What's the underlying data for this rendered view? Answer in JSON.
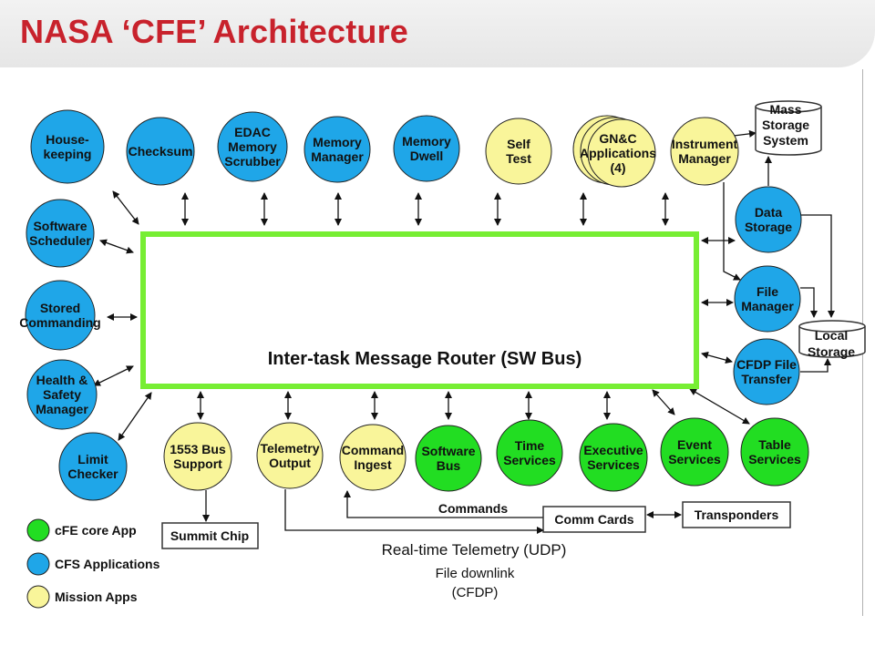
{
  "title": "NASA ‘CFE’ Architecture",
  "colors": {
    "core_app": "#22dd22",
    "cfs_app": "#1fa6e8",
    "mission_app": "#f9f59a",
    "bus_border": "#77ee33",
    "title_red": "#c8222c"
  },
  "bus": {
    "label": "Inter-task Message Router (SW Bus)"
  },
  "nodes": [
    {
      "id": "housekeeping",
      "type": "cfs",
      "lines": [
        "House-",
        "keeping"
      ]
    },
    {
      "id": "checksum",
      "type": "cfs",
      "lines": [
        "Checksum"
      ]
    },
    {
      "id": "edac",
      "type": "cfs",
      "lines": [
        "EDAC",
        "Memory",
        "Scrubber"
      ]
    },
    {
      "id": "memory-manager",
      "type": "cfs",
      "lines": [
        "Memory",
        "Manager"
      ]
    },
    {
      "id": "memory-dwell",
      "type": "cfs",
      "lines": [
        "Memory",
        "Dwell"
      ]
    },
    {
      "id": "self-test",
      "type": "mission",
      "lines": [
        "Self",
        "Test"
      ]
    },
    {
      "id": "gnc",
      "type": "mission",
      "lines": [
        "GN&C",
        "Applications",
        "(4)"
      ]
    },
    {
      "id": "instrument-manager",
      "type": "mission",
      "lines": [
        "Instrument",
        "Manager"
      ]
    },
    {
      "id": "software-scheduler",
      "type": "cfs",
      "lines": [
        "Software",
        "Scheduler"
      ]
    },
    {
      "id": "stored-commanding",
      "type": "cfs",
      "lines": [
        "Stored",
        "Commanding"
      ]
    },
    {
      "id": "health-safety",
      "type": "cfs",
      "lines": [
        "Health &",
        "Safety",
        "Manager"
      ]
    },
    {
      "id": "limit-checker",
      "type": "cfs",
      "lines": [
        "Limit",
        "Checker"
      ]
    },
    {
      "id": "data-storage",
      "type": "cfs",
      "lines": [
        "Data",
        "Storage"
      ]
    },
    {
      "id": "file-manager",
      "type": "cfs",
      "lines": [
        "File",
        "Manager"
      ]
    },
    {
      "id": "cfdp",
      "type": "cfs",
      "lines": [
        "CFDP File",
        "Transfer"
      ]
    },
    {
      "id": "bus-1553",
      "type": "mission",
      "lines": [
        "1553 Bus",
        "Support"
      ]
    },
    {
      "id": "telemetry-output",
      "type": "mission",
      "lines": [
        "Telemetry",
        "Output"
      ]
    },
    {
      "id": "command-ingest",
      "type": "mission",
      "lines": [
        "Command",
        "Ingest"
      ]
    },
    {
      "id": "software-bus",
      "type": "core",
      "lines": [
        "Software",
        "Bus"
      ]
    },
    {
      "id": "time-services",
      "type": "core",
      "lines": [
        "Time",
        "Services"
      ]
    },
    {
      "id": "executive-services",
      "type": "core",
      "lines": [
        "Executive",
        "Services"
      ]
    },
    {
      "id": "event-services",
      "type": "core",
      "lines": [
        "Event",
        "Services"
      ]
    },
    {
      "id": "table-services",
      "type": "core",
      "lines": [
        "Table",
        "Services"
      ]
    }
  ],
  "storage": {
    "mass": [
      "Mass",
      "Storage",
      "System"
    ],
    "local": [
      "Local",
      "Storage"
    ]
  },
  "boxes": {
    "summit_chip": "Summit Chip",
    "comm_cards": "Comm Cards",
    "transponders": "Transponders"
  },
  "labels": {
    "commands": "Commands",
    "realtime_telemetry": "Real-time Telemetry (UDP)",
    "file_downlink_1": "File downlink",
    "file_downlink_2": "(CFDP)"
  },
  "legend": [
    {
      "type": "core",
      "label": "cFE  core App"
    },
    {
      "type": "cfs",
      "label": "CFS Applications"
    },
    {
      "type": "mission",
      "label": "Mission Apps"
    }
  ]
}
